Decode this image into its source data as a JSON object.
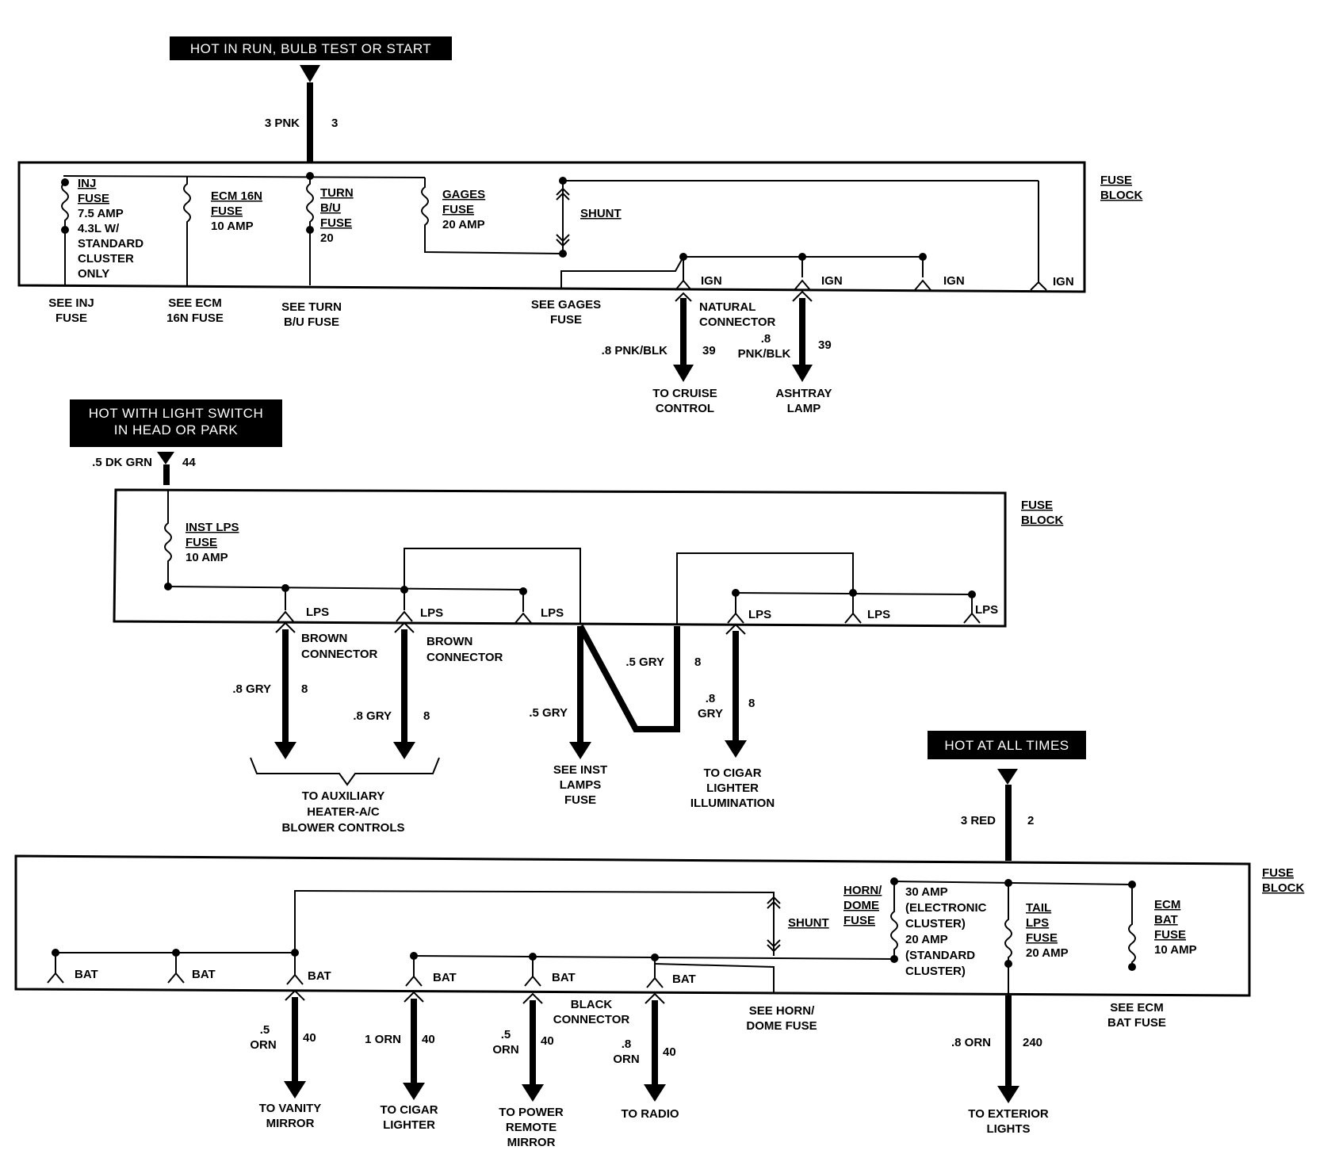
{
  "section1": {
    "header": "HOT IN RUN, BULB TEST OR START",
    "input_wire": {
      "left": "3 PNK",
      "right": "3"
    },
    "block_label": [
      "FUSE",
      "BLOCK"
    ],
    "fuses": [
      {
        "lines": [
          "INJ",
          "FUSE",
          "7.5 AMP",
          "4.3L W/",
          "STANDARD",
          "CLUSTER",
          "ONLY"
        ]
      },
      {
        "lines": [
          "ECM 16N",
          "FUSE",
          "10 AMP"
        ]
      },
      {
        "lines": [
          "TURN",
          "B/U",
          "FUSE",
          "20"
        ]
      },
      {
        "lines": [
          "GAGES",
          "FUSE",
          "20 AMP"
        ]
      }
    ],
    "shunt": "SHUNT",
    "terminals": [
      "IGN",
      "IGN",
      "IGN",
      "IGN"
    ],
    "see_labels": [
      [
        "SEE INJ",
        "FUSE"
      ],
      [
        "SEE ECM",
        "16N FUSE"
      ],
      [
        "SEE TURN",
        "B/U FUSE"
      ],
      [
        "SEE GAGES",
        "FUSE"
      ]
    ],
    "connector": [
      "NATURAL",
      "CONNECTOR"
    ],
    "outputs": [
      {
        "wire": ".8 PNK/BLK",
        "circuit": "39",
        "dest": [
          "TO CRUISE",
          "CONTROL"
        ]
      },
      {
        "wire_top": ".8",
        "wire": "PNK/BLK",
        "circuit": "39",
        "dest": [
          "ASHTRAY",
          "LAMP"
        ]
      }
    ]
  },
  "section2": {
    "header": [
      "HOT WITH LIGHT SWITCH",
      "IN HEAD OR PARK"
    ],
    "input_wire": {
      "left": ".5 DK GRN",
      "right": "44"
    },
    "block_label": [
      "FUSE",
      "BLOCK"
    ],
    "fuse": {
      "lines": [
        "INST LPS",
        "FUSE",
        "10 AMP"
      ]
    },
    "terminals": [
      "LPS",
      "LPS",
      "LPS",
      "LPS",
      "LPS",
      "LPS"
    ],
    "connectors": [
      [
        "BROWN",
        "CONNECTOR"
      ],
      [
        "BROWN",
        "CONNECTOR"
      ]
    ],
    "wires": [
      {
        "wire": ".8 GRY",
        "circuit": "8"
      },
      {
        "wire": ".8 GRY",
        "circuit": "8"
      },
      {
        "wire": ".5 GRY",
        "circuit": ""
      },
      {
        "wire": ".5 GRY",
        "circuit": "8"
      },
      {
        "wire_top": ".8",
        "wire": "GRY",
        "circuit": "8"
      }
    ],
    "destinations": [
      [
        "TO AUXILIARY",
        "HEATER-A/C",
        "BLOWER CONTROLS"
      ],
      [
        "SEE INST",
        "LAMPS",
        "FUSE"
      ],
      [
        "TO CIGAR",
        "LIGHTER",
        "ILLUMINATION"
      ]
    ]
  },
  "section3": {
    "header": "HOT AT ALL TIMES",
    "input_wire": {
      "left": "3 RED",
      "right": "2"
    },
    "block_label": [
      "FUSE",
      "BLOCK"
    ],
    "shunt": "SHUNT",
    "horn_fuse": {
      "label": [
        "HORN/",
        "DOME",
        "FUSE"
      ],
      "lines": [
        "30 AMP",
        "(ELECTRONIC",
        "CLUSTER)",
        "20 AMP",
        "(STANDARD",
        "CLUSTER)"
      ]
    },
    "tail_fuse": {
      "lines": [
        "TAIL",
        "LPS",
        "FUSE",
        "20 AMP"
      ]
    },
    "ecm_fuse": {
      "lines": [
        "ECM",
        "BAT",
        "FUSE",
        "10 AMP"
      ]
    },
    "terminals": [
      "BAT",
      "BAT",
      "BAT",
      "BAT",
      "BAT",
      "BAT"
    ],
    "connector": [
      "BLACK",
      "CONNECTOR"
    ],
    "see_labels": [
      [
        "SEE HORN/",
        "DOME FUSE"
      ],
      [
        "SEE ECM",
        "BAT FUSE"
      ]
    ],
    "outputs": [
      {
        "wire_top": ".5",
        "wire": "ORN",
        "circuit": "40",
        "dest": [
          "TO VANITY",
          "MIRROR"
        ]
      },
      {
        "wire": "1 ORN",
        "circuit": "40",
        "dest": [
          "TO CIGAR",
          "LIGHTER"
        ]
      },
      {
        "wire_top": ".5",
        "wire": "ORN",
        "circuit": "40",
        "dest": [
          "TO POWER",
          "REMOTE",
          "MIRROR"
        ]
      },
      {
        "wire_top": ".8",
        "wire": "ORN",
        "circuit": "40",
        "dest": [
          "TO  RADIO"
        ]
      },
      {
        "wire": ".8 ORN",
        "circuit": "240",
        "dest": [
          "TO EXTERIOR",
          "LIGHTS"
        ]
      }
    ]
  }
}
